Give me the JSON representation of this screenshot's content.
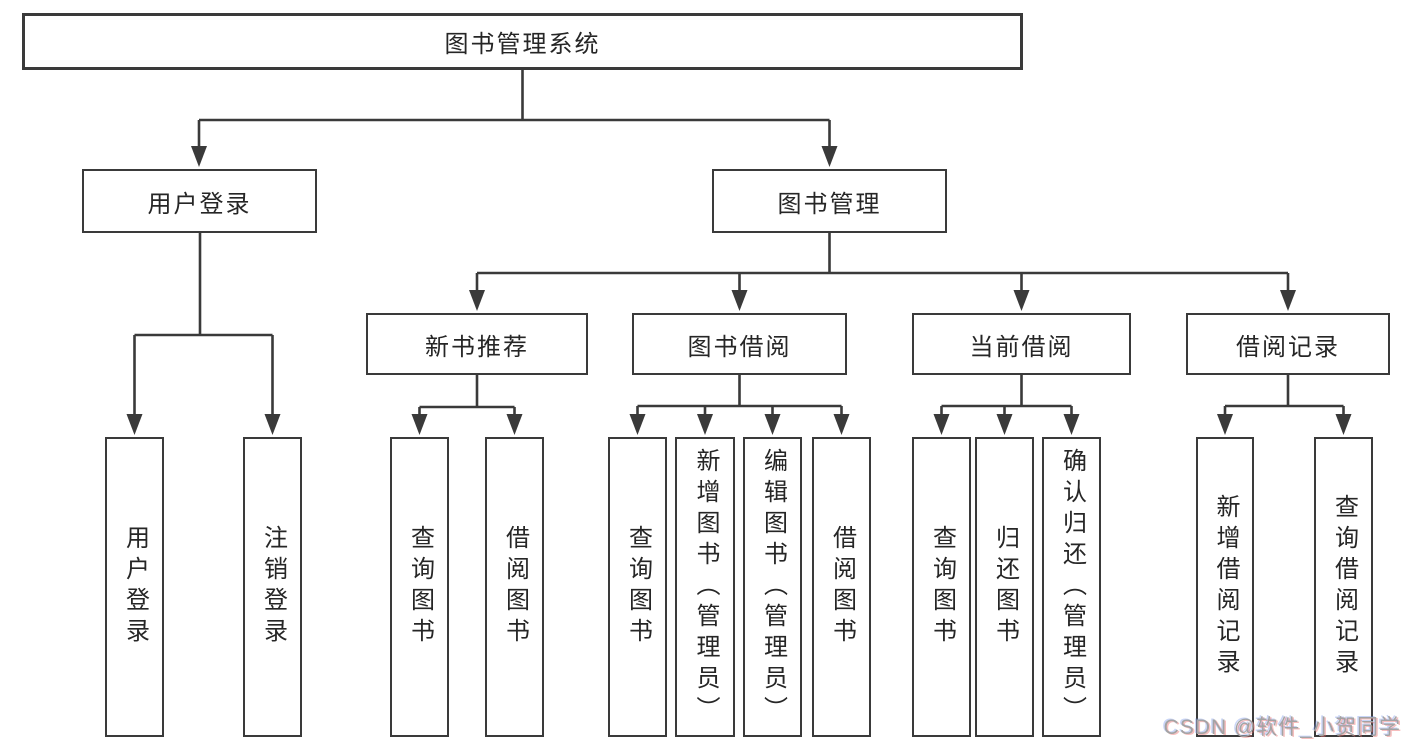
{
  "diagram": {
    "title": "图书管理系统",
    "nodes": {
      "root": "图书管理系统",
      "userLogin": "用户登录",
      "bookMgmt": "图书管理",
      "newBookRec": "新书推荐",
      "bookBorrow": "图书借阅",
      "currentBorrow": "当前借阅",
      "borrowRecord": "借阅记录",
      "leafUserLogin": "用户登录",
      "leafLogout": "注销登录",
      "leafQueryBookA": "查询图书",
      "leafBorrowBookA": "借阅图书",
      "leafQueryBookB": "查询图书",
      "leafAddBook": "新增图书（管理员）",
      "leafEditBook": "编辑图书（管理员）",
      "leafBorrowBookB": "借阅图书",
      "leafQueryBookC": "查询图书",
      "leafReturnBook": "归还图书",
      "leafConfirmReturn": "确认归还（管理员）",
      "leafAddRecord": "新增借阅记录",
      "leafQueryRecord": "查询借阅记录"
    },
    "colors": {
      "line": "#3a3a3a",
      "text": "#262626",
      "background": "#ffffff",
      "watermark_gray": "#a3a3a3",
      "watermark_red_fringe": "#eb6e6e",
      "watermark_blue_fringe": "#7896eb"
    }
  },
  "watermark": "CSDN @软件_小贺同学"
}
